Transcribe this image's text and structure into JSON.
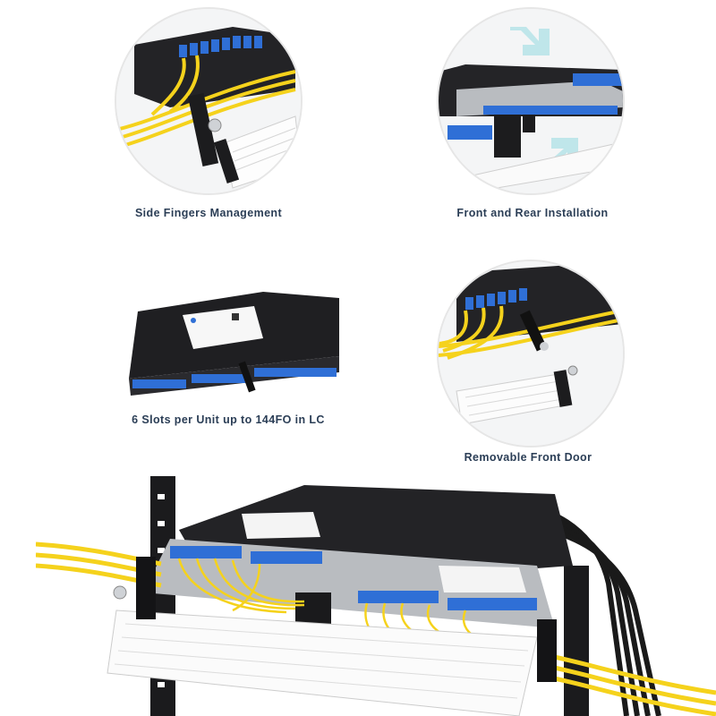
{
  "features": [
    {
      "id": "f1",
      "caption": "Side Fingers Management"
    },
    {
      "id": "f2",
      "caption": "Front and Rear Installation"
    },
    {
      "id": "f3",
      "caption": "6 Slots per Unit up to 144FO in LC"
    },
    {
      "id": "f4",
      "caption": "Removable Front Door"
    }
  ],
  "colors": {
    "caption": "#2b3e56",
    "fiber_yellow": "#f5d21c",
    "connector_blue": "#2f6fd6",
    "panel_black": "#1f1f22",
    "plate_steel": "#b9bcc0",
    "arrow_teal": "#bfe6ea"
  },
  "icons": [
    "down-right-arrow-icon",
    "up-right-arrow-icon"
  ]
}
